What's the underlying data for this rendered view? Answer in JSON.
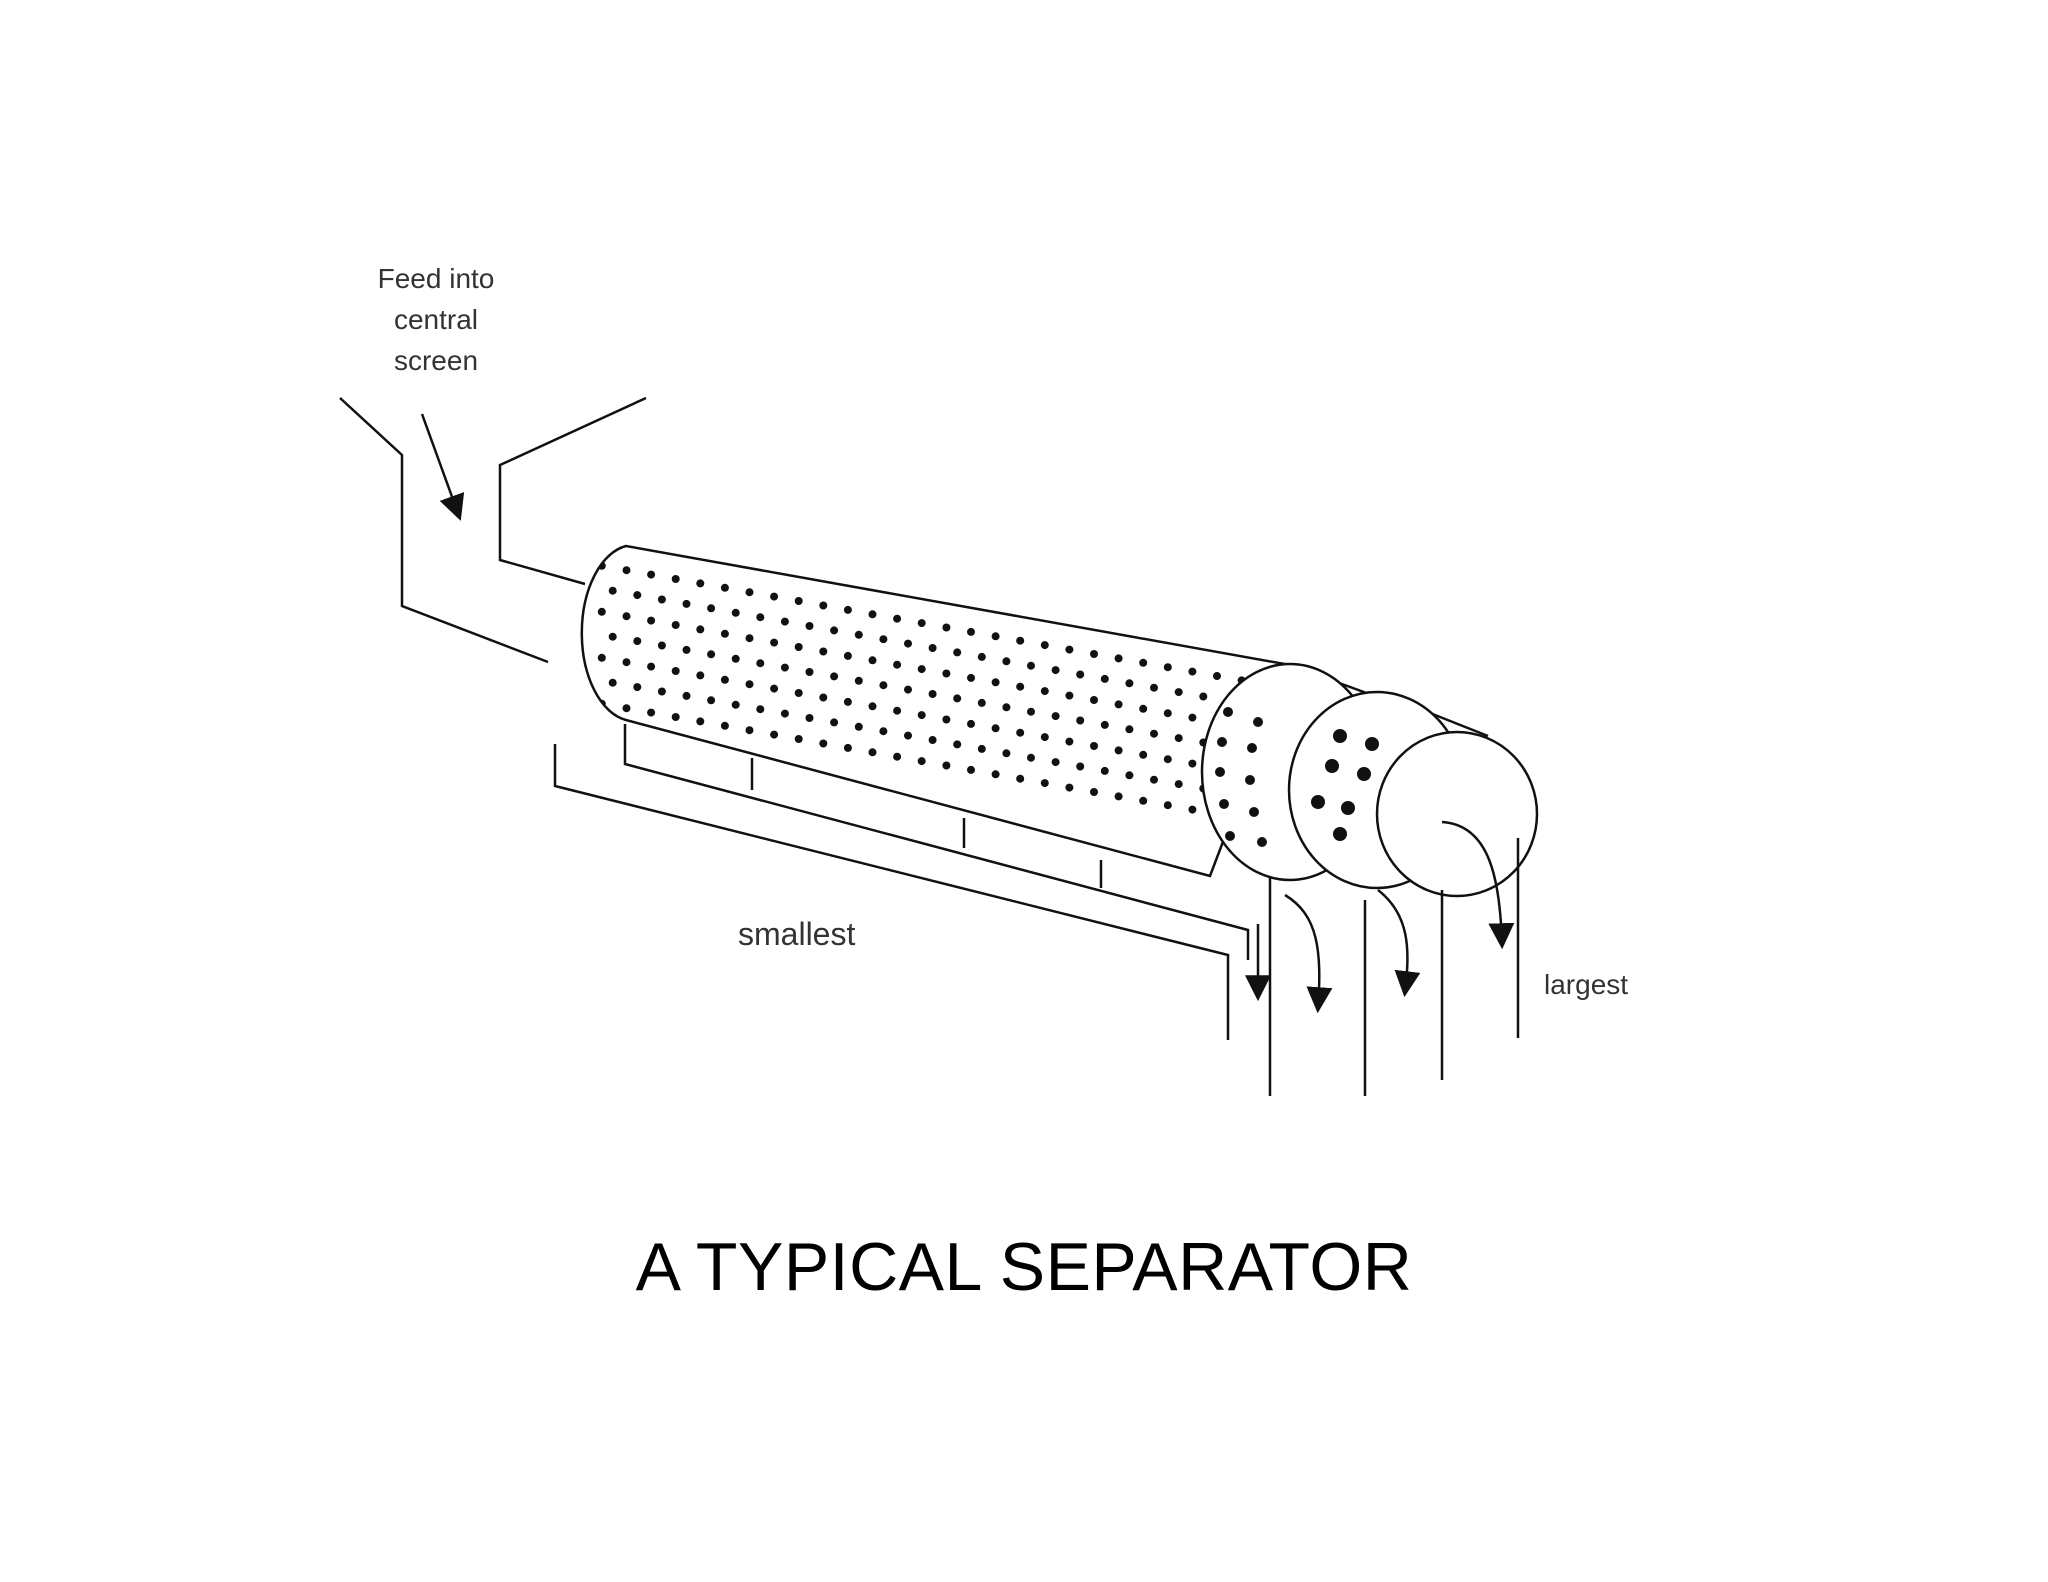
{
  "diagram": {
    "labels": {
      "feed": "Feed into\ncentral\nscreen",
      "smallest": "smallest",
      "largest": "largest"
    },
    "colors": {
      "ink": "#111111",
      "label_text": "#333333",
      "background": "#ffffff"
    }
  },
  "title": "A TYPICAL SEPARATOR"
}
